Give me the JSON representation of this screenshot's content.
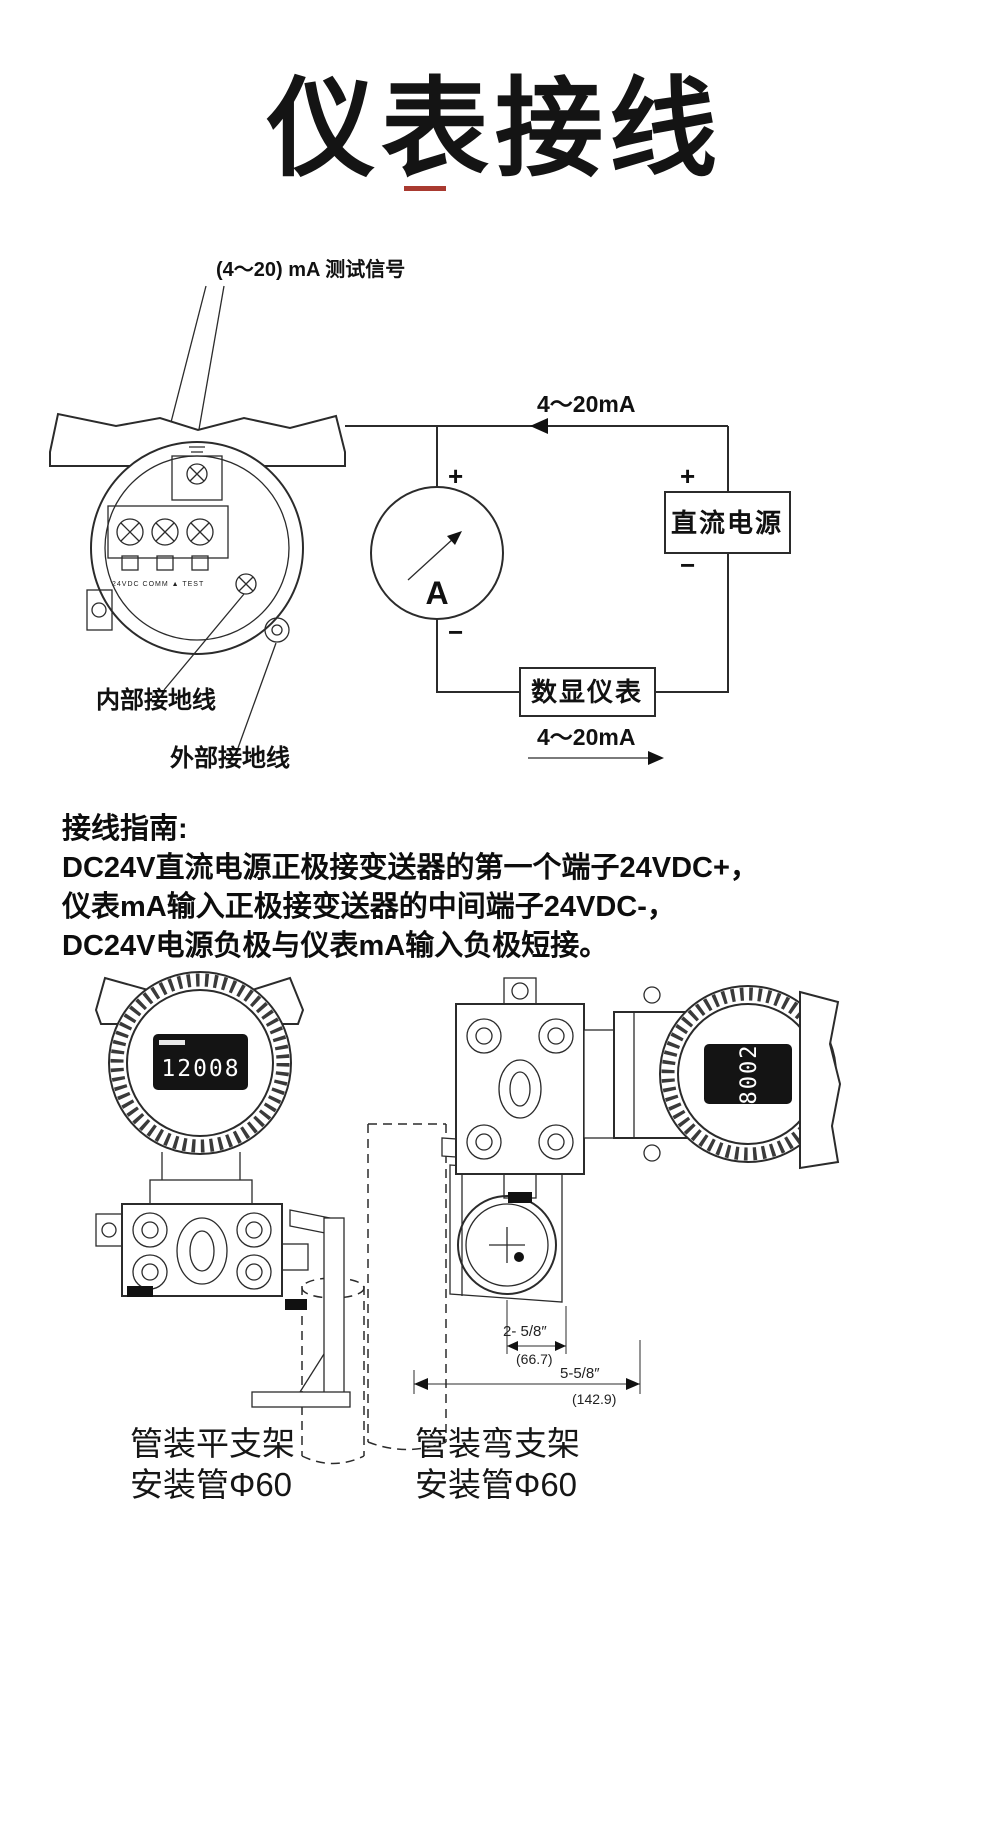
{
  "page": {
    "title": "仪表接线",
    "accent_red": "#a93a30"
  },
  "wiring": {
    "test_signal": "(4～20) mA 测试信号",
    "current_top": "4～20mA",
    "current_bottom": "4～20mA",
    "plus": "+",
    "minus": "−",
    "ammeter_label": "A",
    "dc_supply": "直流电源",
    "digital_meter": "数显仪表",
    "internal_ground": "内部接地线",
    "external_ground": "外部接地线",
    "terminal_marks": "24VDC COMM ▲ TEST"
  },
  "guide": {
    "heading": "接线指南:",
    "line1": "DC24V直流电源正极接变送器的第一个端子24VDC+，",
    "line2": "仪表mA输入正极接变送器的中间端子24VDC-，",
    "line3": "DC24V电源负极与仪表mA输入负极短接。"
  },
  "mounting": {
    "lcd_left": "12008",
    "lcd_right": "8002",
    "dim_small_inch": "2- 5/8″",
    "dim_small_mm": "(66.7)",
    "dim_large_inch": "5-5/8″",
    "dim_large_mm": "(142.9)",
    "caption_left_1": "管装平支架",
    "caption_left_2": "安装管Φ60",
    "caption_right_1": "管装弯支架",
    "caption_right_2": "安装管Φ60"
  }
}
